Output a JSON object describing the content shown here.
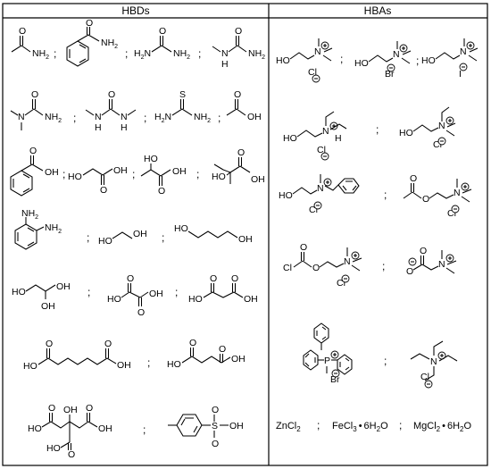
{
  "headers": {
    "left": "HBDs",
    "right": "HBAs"
  },
  "separator": ";",
  "hbd_atoms": {
    "NH2": "NH",
    "H2N": "H",
    "sub2": "2",
    "N": "N",
    "H": "H",
    "O": "O",
    "S": "S",
    "OH": "OH",
    "HO": "HO"
  },
  "hba_atoms": {
    "HO": "HO",
    "N": "N",
    "H": "H",
    "O": "O",
    "P": "P",
    "Cl_ion": "Cl",
    "Br_ion": "Br",
    "I_ion": "I",
    "Cl_acyl": "Cl",
    "Br_P": "Br"
  },
  "salts": [
    {
      "name": "zinc-chloride",
      "text": "ZnCl",
      "sub": "2"
    },
    {
      "name": "iron-chloride-hexahydrate",
      "text": "FeCl",
      "sub": "3",
      "dot": "•",
      "water": "6H",
      "wsub": "2",
      "tail": "O"
    },
    {
      "name": "magnesium-chloride-hexahydrate",
      "text": "MgCl",
      "sub": "2",
      "dot": "•",
      "water": "6H",
      "wsub": "2",
      "tail": "O"
    }
  ],
  "colors": {
    "ink": "#000000",
    "background": "#ffffff"
  }
}
